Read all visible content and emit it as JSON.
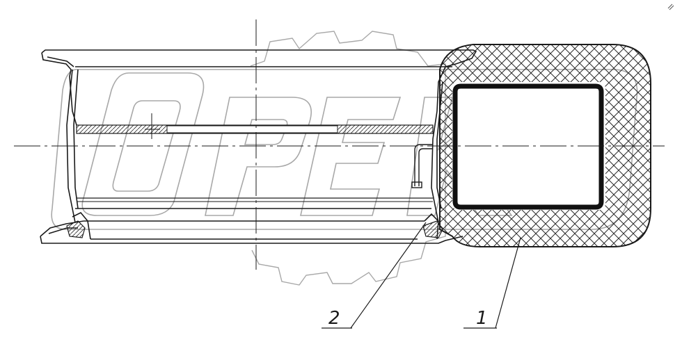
{
  "callouts": [
    {
      "id": "1",
      "text": "1"
    },
    {
      "id": "2",
      "text": "2"
    }
  ],
  "watermark_text": "OPEX",
  "colors": {
    "line": "#1a1a1a",
    "watermark": "#a8a8a8",
    "hatch": "#2a2a2a",
    "background": "#ffffff"
  }
}
